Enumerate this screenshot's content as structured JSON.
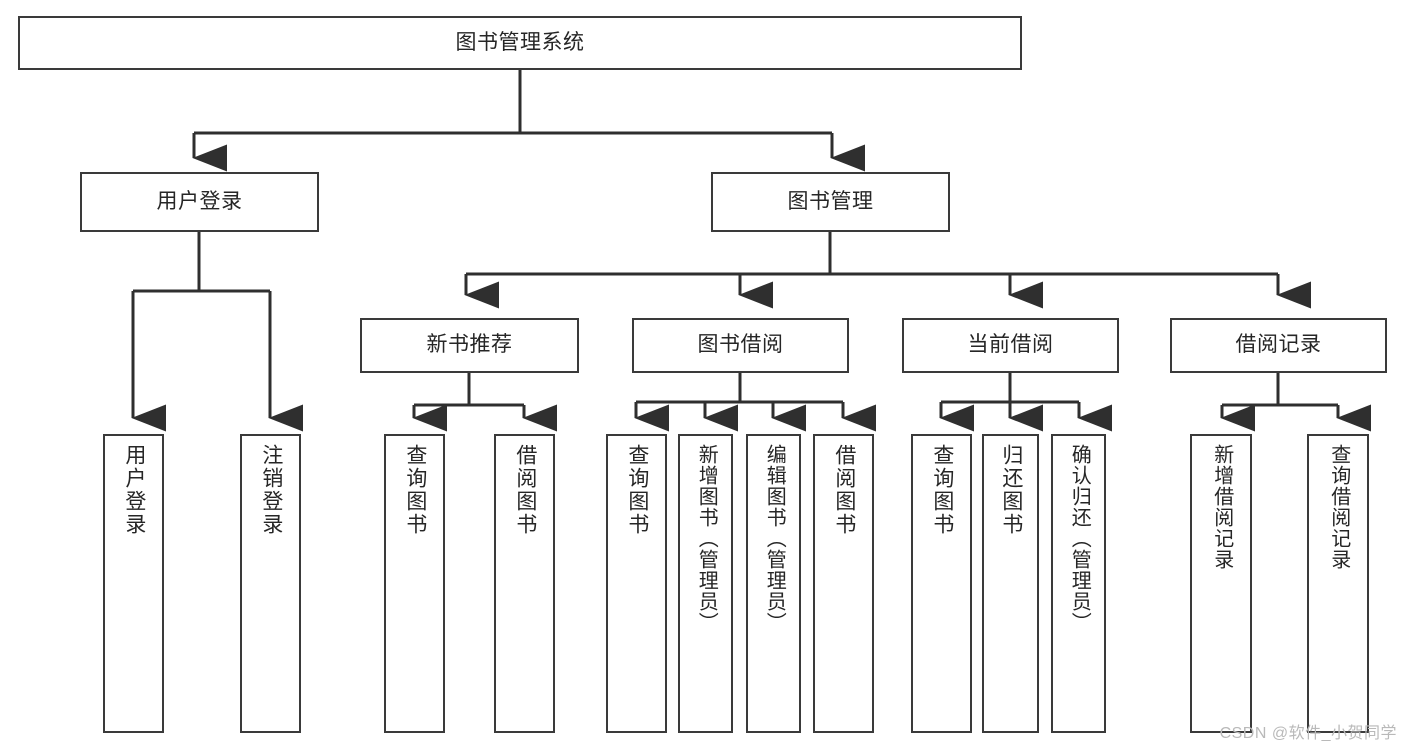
{
  "diagram": {
    "title": "图书管理系统",
    "type": "tree-hierarchy-chart",
    "watermark": "CSDN @软件_小贺同学",
    "colors": {
      "box_border": "#3a3a3a",
      "box_fill": "#ffffff",
      "connector": "#2f2f2f",
      "text": "#262626",
      "background": "#ffffff",
      "watermark": "#b9b9b9"
    },
    "nodes": {
      "root": {
        "label": "图书管理系统"
      },
      "level2": [
        {
          "label": "用户登录"
        },
        {
          "label": "图书管理"
        }
      ],
      "level3": [
        {
          "label": "新书推荐"
        },
        {
          "label": "图书借阅"
        },
        {
          "label": "当前借阅"
        },
        {
          "label": "借阅记录"
        }
      ],
      "leaves": {
        "user_login": [
          {
            "label": "用户登录"
          },
          {
            "label": "注销登录"
          }
        ],
        "new_book_recommend": [
          {
            "label": "查询图书"
          },
          {
            "label": "借阅图书"
          }
        ],
        "book_borrow": [
          {
            "label": "查询图书"
          },
          {
            "label": "新增图书（管理员）"
          },
          {
            "label": "编辑图书（管理员）"
          },
          {
            "label": "借阅图书"
          }
        ],
        "current_borrow": [
          {
            "label": "查询图书"
          },
          {
            "label": "归还图书"
          },
          {
            "label": "确认归还（管理员）"
          }
        ],
        "borrow_record": [
          {
            "label": "新增借阅记录"
          },
          {
            "label": "查询借阅记录"
          }
        ]
      }
    }
  }
}
